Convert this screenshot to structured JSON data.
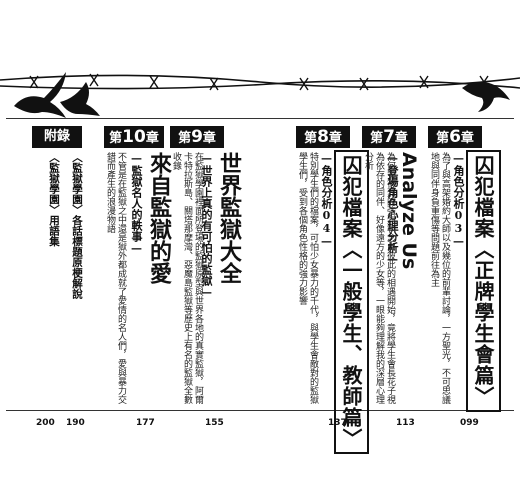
{
  "chapters": {
    "ch6": {
      "label_prefix": "第",
      "label_num": "6",
      "label_suffix": "章",
      "title": "囚犯檔案〈正牌學生會篇〉",
      "subtitle": "—角色分析03—",
      "body": "為了與高架婚約大師以及幾位的前輩討論，一方聖光，不可思議地與同伴身負重傷等問題前往為主",
      "page": "099"
    },
    "ch7": {
      "label_prefix": "第",
      "label_num": "7",
      "label_suffix": "章",
      "title_en": "Analyze Us",
      "subtitle": "—登場角色心理分析—",
      "body": "為何安德烈的強烈執念由彼此的相遇開始，竟將學生會長花子視為依存的同伴、好像遠方的少女等，一眼能夠理解我的深層心理分析",
      "page": "113"
    },
    "ch8": {
      "label_prefix": "第",
      "label_num": "8",
      "label_suffix": "章",
      "title": "囚犯檔案〈一般學生、教師篇〉",
      "subtitle": "—角色分析04—",
      "body": "特別學生們的檔案，可怕少女暴力的千代，與學生會敵對的監獄學生們，受到各個角色性格的強力影響",
      "page": "137"
    },
    "ch9": {
      "label_prefix": "第",
      "label_num": "9",
      "label_suffix": "章",
      "title": "世界監獄大全",
      "subtitle": "—世界上真的有可怕的監獄—",
      "body": "在監獄學園裡面所登場的監獄原型與世界各地的真實監獄，阿爾卡特拉斯島、關塔那摩灣、惡魔島監獄等歷史上有名的監獄全數收錄",
      "page": "155"
    },
    "ch10": {
      "label_prefix": "第",
      "label_num": "10",
      "label_suffix": "章",
      "title": "來自監獄的愛",
      "subtitle": "—監獄名人的軼事—",
      "body": "不管是在監獄之中還是獄外都成就了愛情的名人們，愛與暴力交錯而產生的浪漫物語",
      "page": "177"
    },
    "appendix": {
      "label": "附錄",
      "link1": "〈監獄學園〉各話標題原梗解說",
      "link1_page": "190",
      "link2": "〈監獄學園〉用語集",
      "link2_page": "200"
    }
  }
}
